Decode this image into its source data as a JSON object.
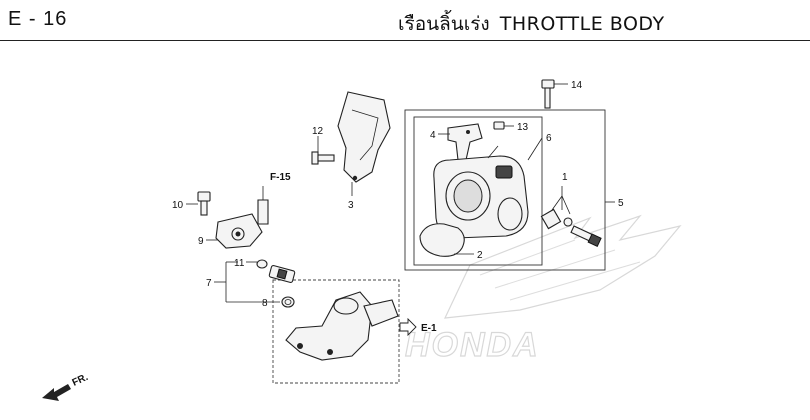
{
  "header": {
    "page_code": "E - 16",
    "title_th": "เรือนลิ้นเร่ง",
    "title_en": "THROTTLE BODY"
  },
  "callouts": [
    "1",
    "2",
    "3",
    "4",
    "5",
    "6",
    "7",
    "8",
    "9",
    "10",
    "11",
    "12",
    "13",
    "14"
  ],
  "references": {
    "fuel": "F-15",
    "engine": "E-1",
    "front": "FR."
  },
  "watermark": "HONDA"
}
